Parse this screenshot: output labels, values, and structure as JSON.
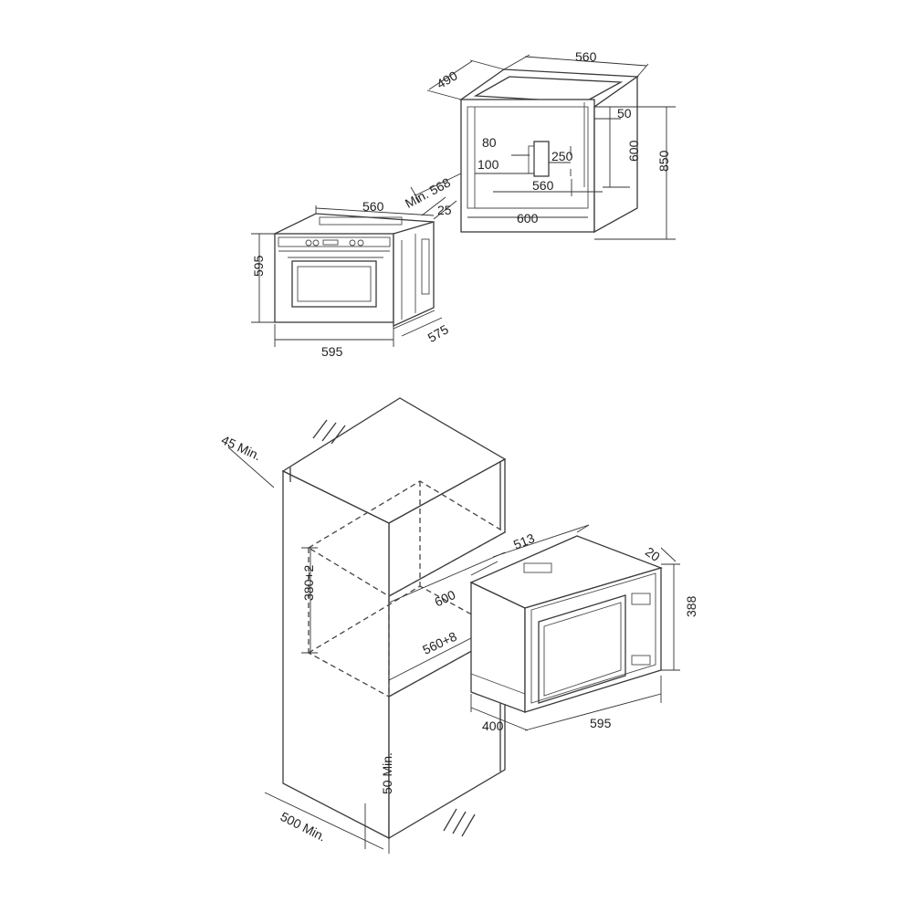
{
  "oven": {
    "cavity": {
      "depth_top": "490",
      "width_top": "560",
      "gap_top": "50",
      "inner_height": "600",
      "total_height": "850",
      "vent_width": "80",
      "vent_height": "250",
      "vent_offset": "100",
      "base_width": "560",
      "opening_width": "600",
      "min_depth": "Min. 568"
    },
    "appliance": {
      "top_width": "560",
      "panel_depth": "25",
      "height": "595",
      "width": "595",
      "depth": "575"
    }
  },
  "microwave": {
    "cabinet": {
      "top_clearance": "45 Min.",
      "niche_height": "380+2",
      "niche_depth": "600",
      "niche_width": "560+8",
      "bottom_clearance": "50 Min.",
      "cabinet_depth": "500 Min."
    },
    "appliance": {
      "depth": "513",
      "frame": "20",
      "height": "388",
      "width": "595",
      "body_depth": "400"
    }
  }
}
